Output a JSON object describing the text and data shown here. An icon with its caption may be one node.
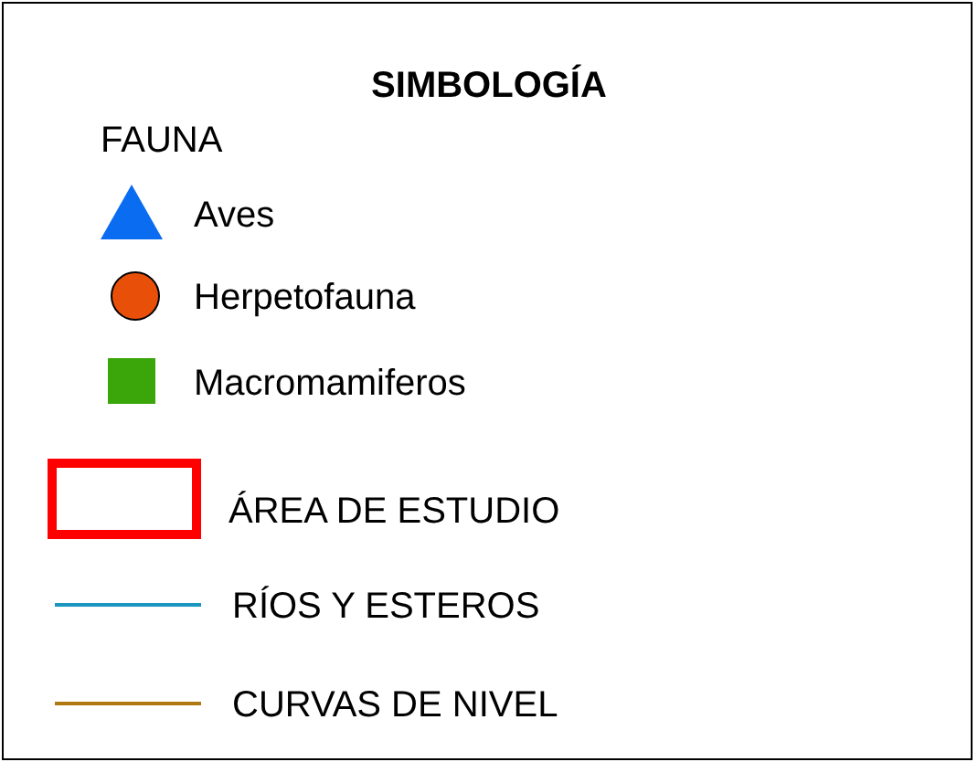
{
  "diagram": {
    "title": "SIMBOLOGÍA",
    "labels": [
      "FAUNA"
    ],
    "legend": [
      {
        "text": "Aves",
        "color": "#0a6cf0"
      },
      {
        "text": "Herpetofauna",
        "color": "#e8500a"
      },
      {
        "text": "Macromamiferos",
        "color": "#3aa60a"
      },
      {
        "text": "ÁREA DE ESTUDIO",
        "color": "#ff0000"
      },
      {
        "text": "RÍOS Y ESTEROS",
        "color": "#1b96c0"
      },
      {
        "text": "CURVAS DE NIVEL",
        "color": "#b07810"
      }
    ]
  }
}
